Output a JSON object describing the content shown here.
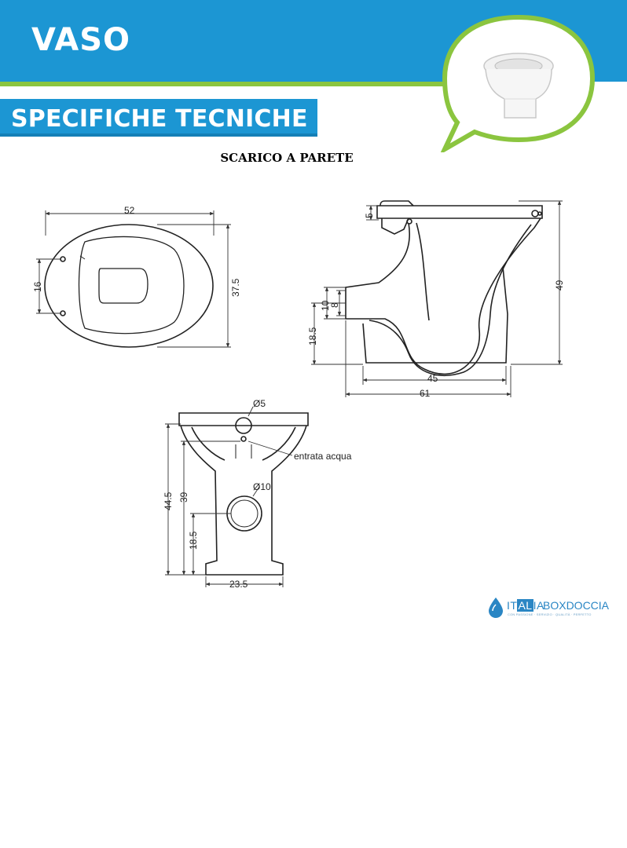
{
  "header": {
    "title": "VASO",
    "section": "SPECIFICHE TECNICHE",
    "subtitle": "SCARICO A PARETE",
    "brand_blue": "#1c96d3",
    "accent_green": "#8bc53f"
  },
  "top_view": {
    "width_label": "52",
    "depth_label": "37.5",
    "holes_label": "16"
  },
  "side_view": {
    "top_label": "5",
    "inlet_outer_label": "10",
    "inlet_inner_label": "8",
    "outlet_height_label": "18.5",
    "height_label": "49",
    "base_label": "45",
    "total_length_label": "61"
  },
  "back_view": {
    "inlet_diameter_label": "Ø5",
    "water_inlet_label": "entrata acqua",
    "outlet_diameter_label": "Ø10",
    "total_height_label": "44.5",
    "inlet_height_label": "39",
    "outlet_height_label": "18.5",
    "base_width_label": "23.5"
  },
  "logo": {
    "italia": "ITALIA",
    "italia_pre": "IT",
    "italia_hl": "AL",
    "italia_post": "IA",
    "box": "BOXDOCCIA",
    "tagline": "CON PASSIONE · SERVIZIO · QUALITÀ · PERFETTO"
  }
}
